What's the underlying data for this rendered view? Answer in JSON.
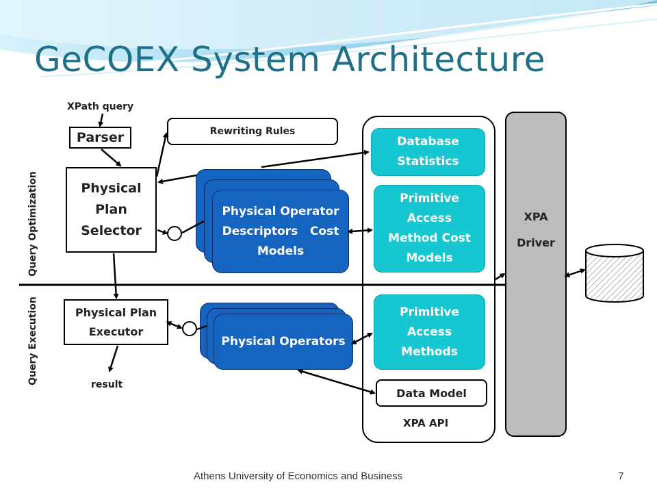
{
  "slide": {
    "title": "GeCOEX System Architecture",
    "footer": "Athens University of Economics and Business",
    "page_number": "7"
  },
  "diagram": {
    "xpath_query": "XPath query",
    "parser": "Parser",
    "rewriting_rules": "Rewriting Rules",
    "physical_plan_selector": [
      "Physical",
      "Plan",
      "Selector"
    ],
    "physical_operator_descriptors": [
      "Physical Operator",
      "Descriptors   Cost",
      "Models"
    ],
    "physical_plan_executor": [
      "Physical Plan",
      "Executor"
    ],
    "physical_operators": "Physical Operators",
    "result": "result",
    "database_statistics": [
      "Database",
      "Statistics"
    ],
    "primitive_access_method_cost_models": [
      "Primitive",
      "Access",
      "Method Cost",
      "Models"
    ],
    "primitive_access_methods": [
      "Primitive",
      "Access",
      "Methods"
    ],
    "data_model": "Data Model",
    "xpa_api": "XPA API",
    "xpa_driver": [
      "XPA",
      "Driver"
    ],
    "query_optimization": "Query Optimization",
    "query_execution": "Query Execution"
  },
  "colors": {
    "title": "#1F6F86",
    "cyan_box": "#16C7D2",
    "blue_box": "#1565C0",
    "driver_gray": "#BDBDBD",
    "wave_blue": "#9FD6EE"
  }
}
